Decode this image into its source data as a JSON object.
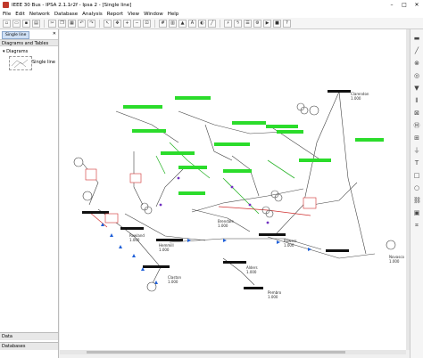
{
  "window": {
    "title": "IEEE 30 Bus - IPSA 2.1.1r2f - Ipsa 2 - [Single line]"
  },
  "menu": [
    "File",
    "Edit",
    "Network",
    "Database",
    "Analysis",
    "Report",
    "View",
    "Window",
    "Help"
  ],
  "panel": {
    "tab": "Single line",
    "header": "Diagrams and Tables",
    "tree_root": "Diagrams",
    "thumb_label": "Single line",
    "footer_data": "Data",
    "footer_db": "Databases"
  },
  "diagram": {
    "buses": [
      {
        "name": "Clarendon",
        "value": "1.000"
      },
      {
        "name": "Hemmill",
        "value": "1.000"
      },
      {
        "name": "Rowland",
        "value": "1.000"
      },
      {
        "name": "Brendale",
        "value": "1.000"
      },
      {
        "name": "Rowers",
        "value": "1.000"
      },
      {
        "name": "Novasco",
        "value": "1.000"
      },
      {
        "name": "Claston",
        "value": "1.000"
      },
      {
        "name": "Pembro",
        "value": "1.000"
      },
      {
        "name": "Alders",
        "value": "1.000"
      }
    ]
  }
}
